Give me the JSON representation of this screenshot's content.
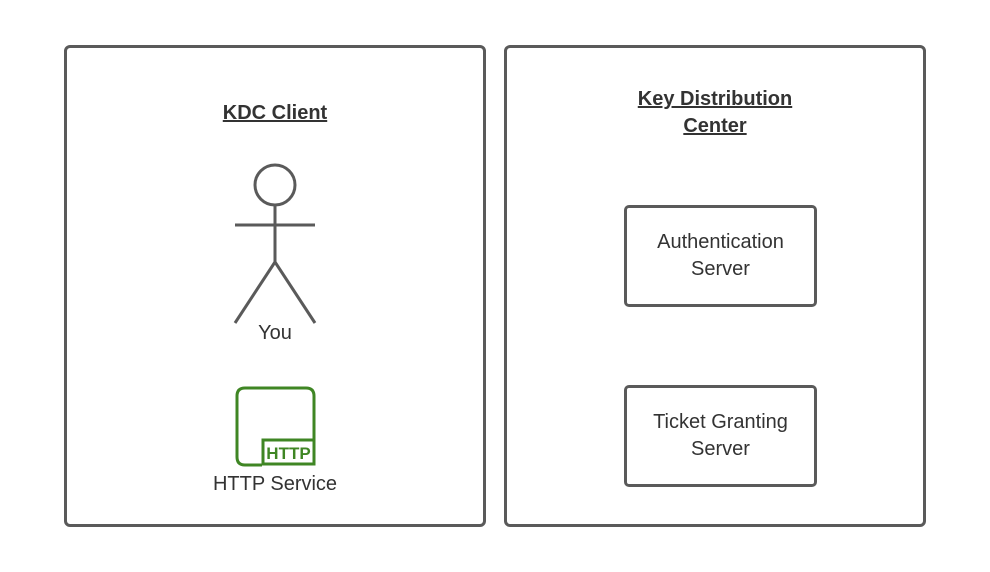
{
  "kdc_client": {
    "title": "KDC Client",
    "user_label": "You",
    "service_label": "HTTP Service",
    "service_icon_text": "HTTP"
  },
  "kdc": {
    "title": "Key Distribution Center",
    "authentication_server": "Authentication Server",
    "ticket_granting_server": "Ticket Granting Server"
  },
  "colors": {
    "border": "#5a5a5a",
    "http_icon": "#3f8624"
  }
}
